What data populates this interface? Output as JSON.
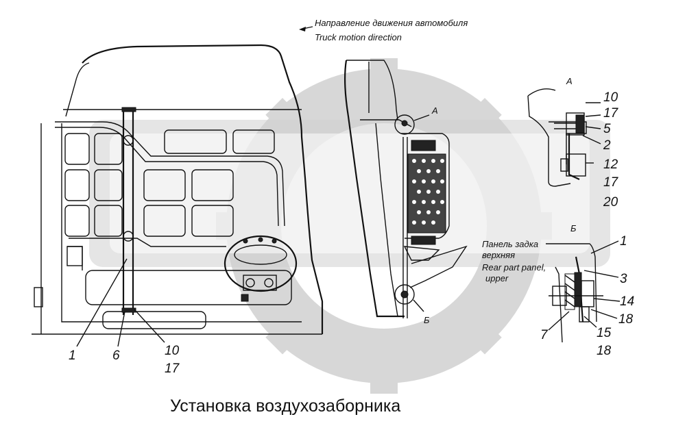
{
  "direction": {
    "ru": "Направление движения автомобиля",
    "en": "Truck motion direction"
  },
  "title": "Установка воздухозаборника",
  "view_labels": {
    "a_main": "А",
    "b_main": "Б",
    "a_detail": "А",
    "b_detail": "Б"
  },
  "panel_label": {
    "ru1": "Панель задка",
    "ru2": "верхняя",
    "en1": "Rear part panel,",
    "en2": "upper"
  },
  "left_callouts": [
    "1",
    "6",
    "10",
    "17"
  ],
  "detail_a_callouts": [
    "10",
    "17",
    "5",
    "2",
    "12",
    "17",
    "20"
  ],
  "detail_b_callouts": [
    "1",
    "3",
    "14",
    "18",
    "7",
    "15",
    "18"
  ],
  "colors": {
    "ink": "#111111",
    "watermark": "#d7d7d7",
    "background": "#ffffff"
  }
}
